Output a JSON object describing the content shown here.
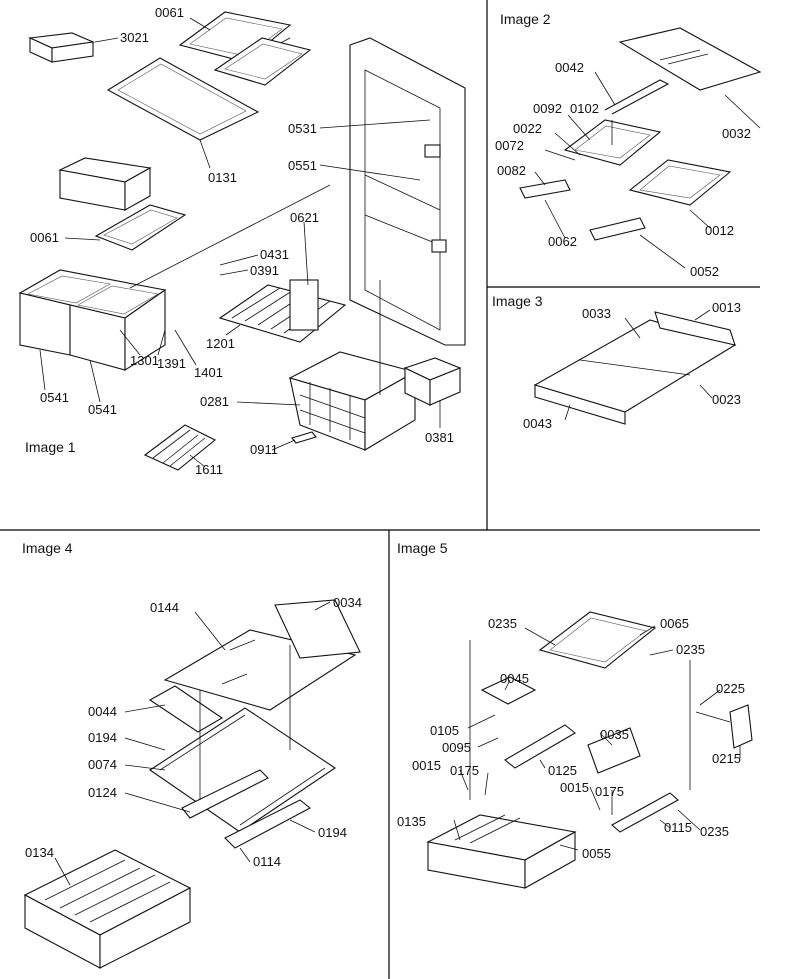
{
  "panels": [
    {
      "key": "image1",
      "title": "Image 1"
    },
    {
      "key": "image2",
      "title": "Image 2"
    },
    {
      "key": "image3",
      "title": "Image 3"
    },
    {
      "key": "image4",
      "title": "Image 4"
    },
    {
      "key": "image5",
      "title": "Image 5"
    }
  ],
  "image1_labels": [
    "3021",
    "0061",
    "0131",
    "0531",
    "0551",
    "0621",
    "0431",
    "0391",
    "0061",
    "1201",
    "1391",
    "1401",
    "1301",
    "0541",
    "0541",
    "0281",
    "0911",
    "0381",
    "1611"
  ],
  "image2_labels": [
    "0042",
    "0032",
    "0092",
    "0102",
    "0022",
    "0072",
    "0082",
    "0012",
    "0062",
    "0052"
  ],
  "image3_labels": [
    "0033",
    "0013",
    "0023",
    "0043"
  ],
  "image4_labels": [
    "0144",
    "0034",
    "0044",
    "0194",
    "0074",
    "0124",
    "0194",
    "0114",
    "0134"
  ],
  "image5_labels": [
    "0235",
    "0065",
    "0235",
    "0045",
    "0225",
    "0105",
    "0095",
    "0125",
    "0035",
    "0215",
    "0015",
    "0175",
    "0015",
    "0175",
    "0235",
    "0135",
    "0115",
    "0055"
  ]
}
